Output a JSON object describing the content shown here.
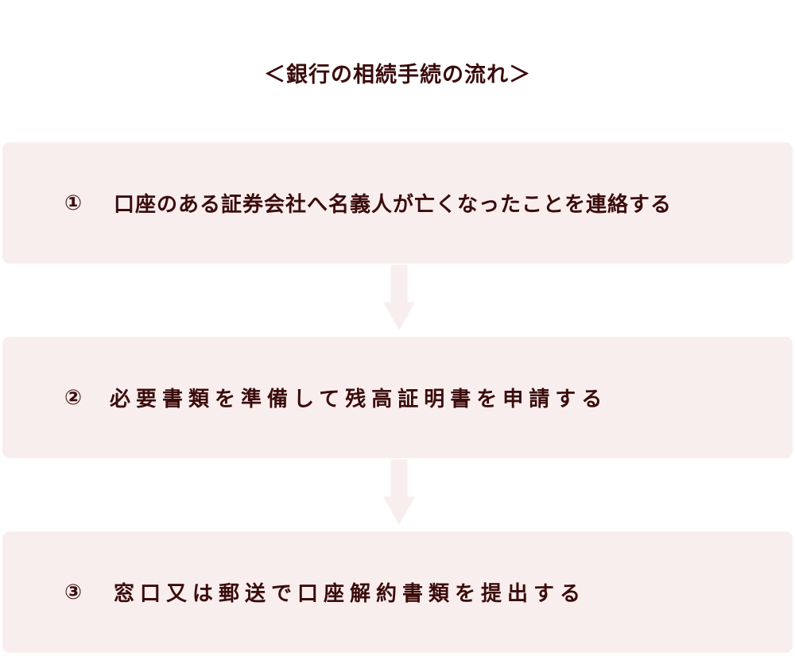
{
  "title": "＜銀行の相続手続の流れ＞",
  "steps": [
    {
      "number": "①",
      "text": "口座のある証券会社へ名義人が亡くなったことを連絡する"
    },
    {
      "number": "②",
      "text": "必要書類を準備して残高証明書を申請する"
    },
    {
      "number": "③",
      "text": "窓口又は郵送で口座解約書類を提出する"
    }
  ],
  "colors": {
    "box": "#f9eeee",
    "text": "#3b0c0c",
    "arrow": "#f9eeee"
  }
}
